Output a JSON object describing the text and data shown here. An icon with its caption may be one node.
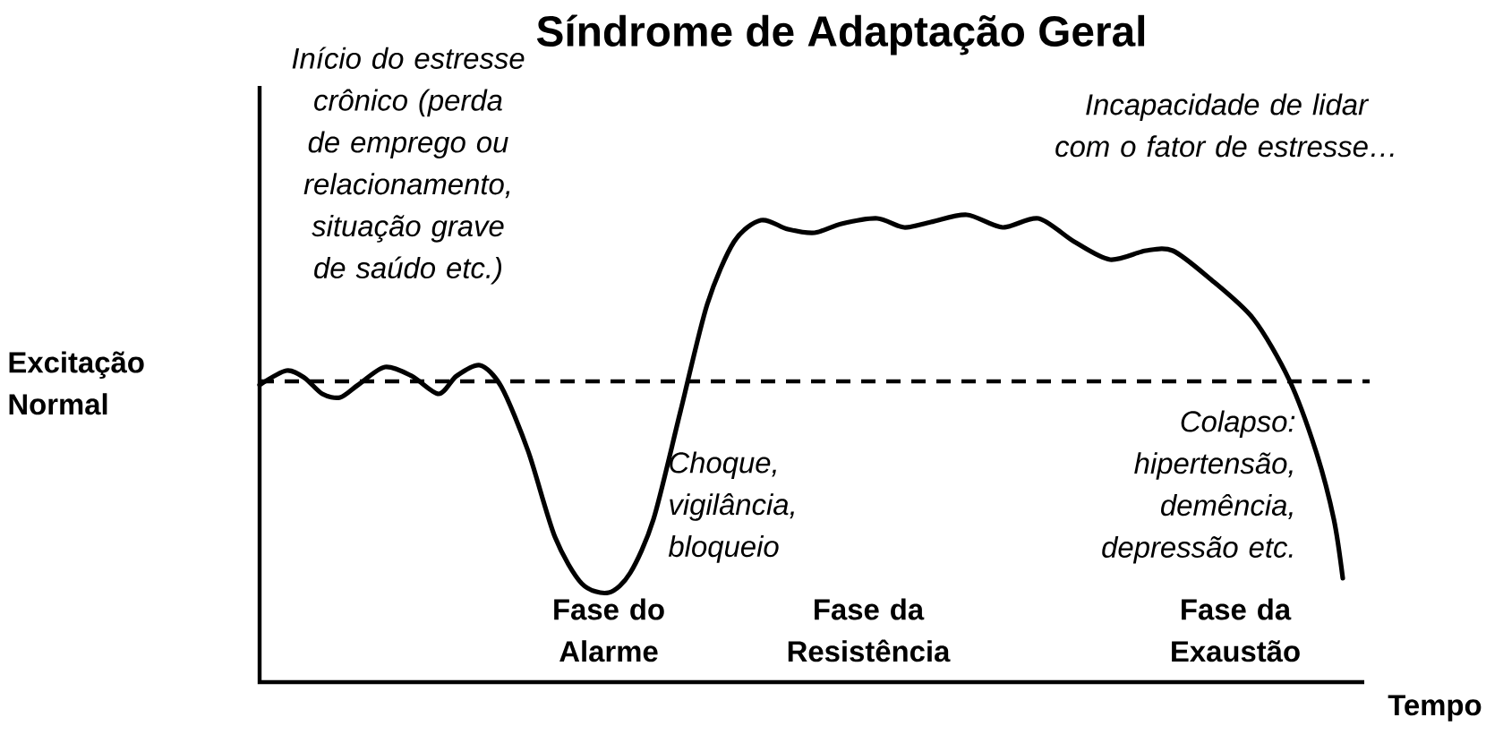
{
  "diagram": {
    "title": "Síndrome de Adaptação Geral",
    "labels": [
      "Início do estresse crônico (perda de emprego ou relacionamento, situação grave de saúdo etc.)",
      "Incapacidade de lidar com o fator de estresse…",
      "Excitação Normal",
      "Choque, vigilância, bloqueio",
      "Colapso: hipertensão, demência, depressão etc.",
      "Fase do Alarme",
      "Fase da Resistência",
      "Fase da Exaustão",
      "Tempo"
    ]
  }
}
